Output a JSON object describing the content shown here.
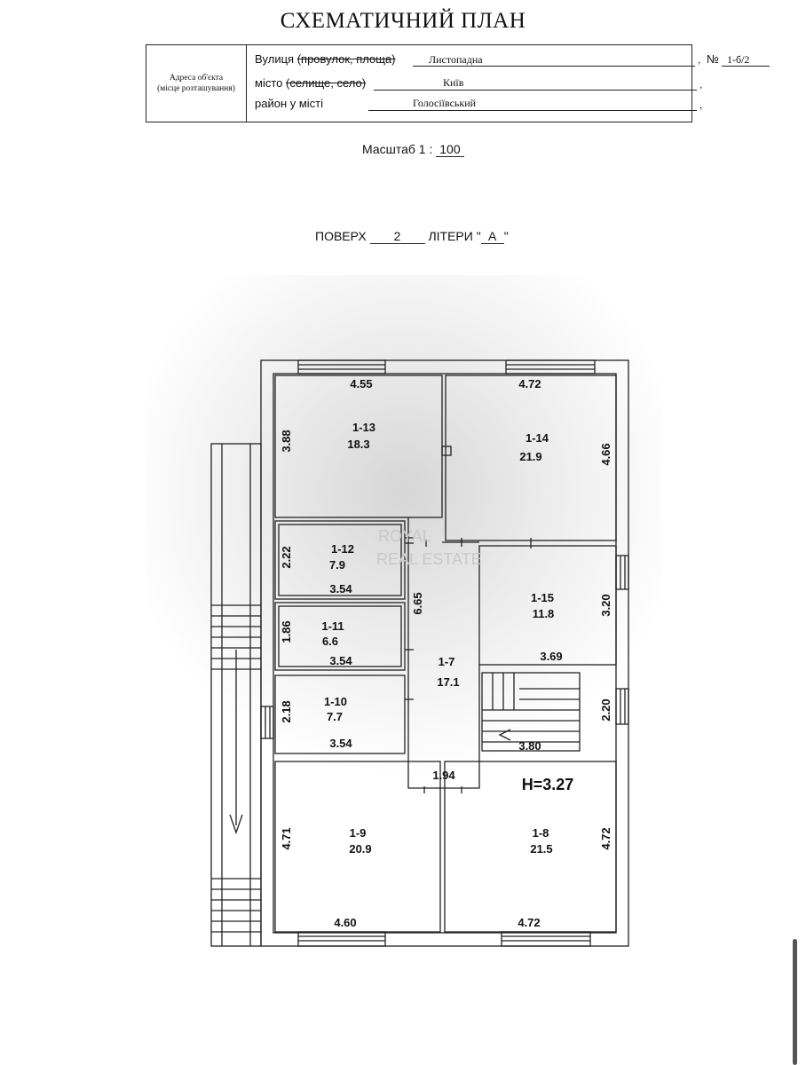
{
  "header": {
    "title": "СХЕМАТИЧНИЙ ПЛАН"
  },
  "address": {
    "side_label_1": "Адреса об'єкта",
    "side_label_2": "(місце розташування)",
    "street_label": "Вулиця",
    "street_struck": "(провулок, площа)",
    "street_value": "Листопадна",
    "number_label": "№",
    "number_value": "1-б/2",
    "city_label": "місто",
    "city_struck": "(селище, село)",
    "city_value": "Київ",
    "district_label": "район у місті",
    "district_value": "Голосіївський",
    "comma": ","
  },
  "scale": {
    "label": "Масштаб 1 :",
    "value": "100"
  },
  "floor": {
    "label": "ПОВЕРХ",
    "value": "2",
    "letter_label": "ЛІТЕРИ \"",
    "letter_value": "А",
    "letter_close": "\""
  },
  "watermark": {
    "line1": "ROYAL",
    "line2": "REAL ESTATE"
  },
  "plan": {
    "height_label": "H=3.27",
    "rooms": [
      {
        "id": "1-13",
        "area": "18.3"
      },
      {
        "id": "1-14",
        "area": "21.9"
      },
      {
        "id": "1-12",
        "area": "7.9"
      },
      {
        "id": "1-15",
        "area": "11.8"
      },
      {
        "id": "1-11",
        "area": "6.6"
      },
      {
        "id": "1-7",
        "area": "17.1"
      },
      {
        "id": "1-10",
        "area": "7.7"
      },
      {
        "id": "1-9",
        "area": "20.9"
      },
      {
        "id": "1-8",
        "area": "21.5"
      }
    ],
    "dimensions": [
      "4.55",
      "4.72",
      "3.88",
      "4.66",
      "2.22",
      "3.54",
      "6.65",
      "3.20",
      "1.86",
      "3.54",
      "3.69",
      "2.18",
      "2.20",
      "3.54",
      "3.80",
      "1.94",
      "4.71",
      "4.72",
      "4.60",
      "4.72"
    ]
  }
}
